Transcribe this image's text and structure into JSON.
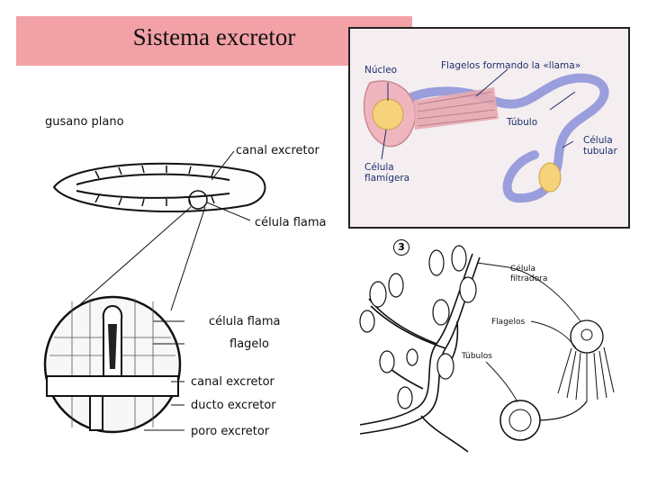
{
  "title": "Sistema excretor",
  "left_figure": {
    "labels": {
      "worm": "gusano plano",
      "canal_top": "canal excretor",
      "flame_top": "célula flama",
      "flame_cell": "célula flama",
      "flagellum": "flagelo",
      "canal": "canal excretor",
      "duct": "ducto excretor",
      "pore": "poro excretor"
    }
  },
  "top_right_panel": {
    "labels": {
      "nucleus": "Núcleo",
      "flagella": "Flagelos formando la «llama»",
      "tubule": "Túbulo",
      "tubular_cell": "Célula tubular",
      "flame_cell": "Célula flamígera"
    }
  },
  "bottom_right_figure": {
    "number": "3",
    "labels": {
      "filter_cell": "Célula filtradora",
      "flagella": "Flagelos",
      "tubules": "Túbulos"
    }
  }
}
